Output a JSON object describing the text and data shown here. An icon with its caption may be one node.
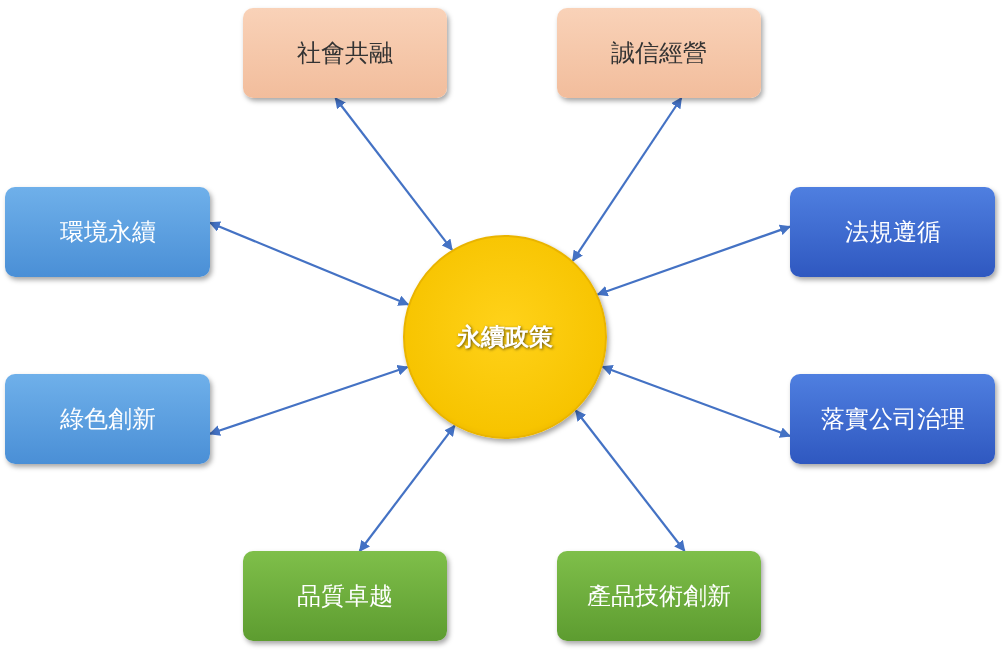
{
  "diagram": {
    "nodes": [
      {
        "text": [
          "永續政策"
        ]
      },
      {
        "text": [
          "社會共融"
        ]
      },
      {
        "text": [
          "誠信經營"
        ]
      },
      {
        "text": [
          "環境永續"
        ]
      },
      {
        "text": [
          "法規遵循"
        ]
      },
      {
        "text": [
          "綠色創新"
        ]
      },
      {
        "text": [
          "落實公司治理"
        ]
      },
      {
        "text": [
          "品質卓越"
        ]
      },
      {
        "text": [
          "產品技術創新"
        ]
      }
    ],
    "edges": [
      {
        "from": 0,
        "to": 1,
        "arrow": "both"
      },
      {
        "from": 0,
        "to": 2,
        "arrow": "both"
      },
      {
        "from": 0,
        "to": 3,
        "arrow": "both"
      },
      {
        "from": 0,
        "to": 4,
        "arrow": "both"
      },
      {
        "from": 0,
        "to": 5,
        "arrow": "both"
      },
      {
        "from": 0,
        "to": 6,
        "arrow": "both"
      },
      {
        "from": 0,
        "to": 7,
        "arrow": "both"
      },
      {
        "from": 0,
        "to": 8,
        "arrow": "both"
      }
    ]
  }
}
